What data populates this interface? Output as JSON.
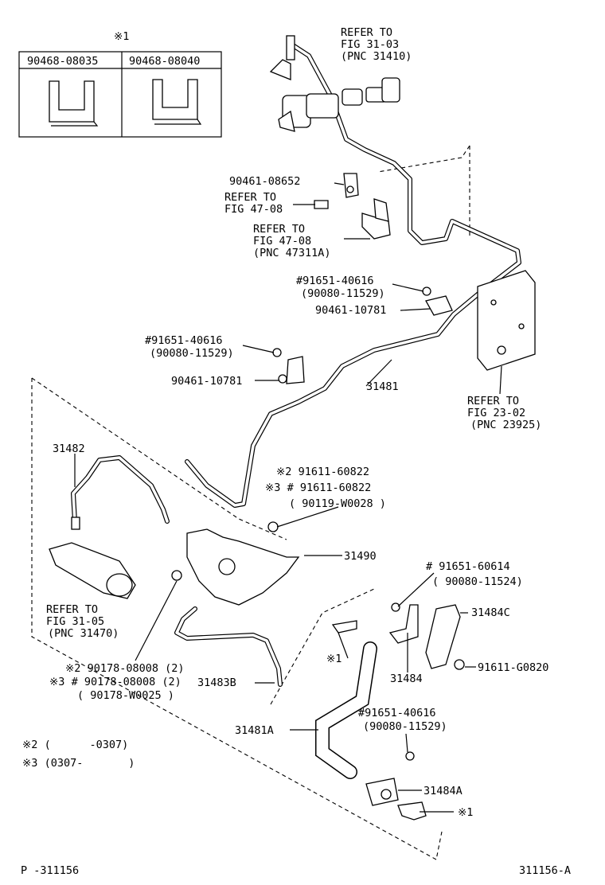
{
  "table": {
    "note": "※1",
    "columns": [
      "90468-08035",
      "90468-08040"
    ]
  },
  "labels": {
    "refer_31_03": [
      "REFER TO",
      "FIG 31-03",
      "(PNC 31410)"
    ],
    "p_90461_08652": "90461-08652",
    "refer_47_08a": [
      "REFER TO",
      "FIG 47-08"
    ],
    "refer_47_08b": [
      "REFER TO",
      "FIG 47-08",
      "(PNC 47311A)"
    ],
    "upper_clamp": [
      "#91651-40616",
      "(90080-11529)"
    ],
    "p_90461_10781_upper": "90461-10781",
    "mid_clamp": [
      "#91651-40616",
      "(90080-11529)"
    ],
    "p_90461_10781_mid": "90461-10781",
    "p_31481": "31481",
    "refer_23_02": [
      "REFER TO",
      "FIG 23-02",
      "(PNC 23925)"
    ],
    "p_31482": "31482",
    "bolt_note": [
      "※2 91611-60822",
      "※3 # 91611-60822",
      "( 90119-W0028 )"
    ],
    "p_31490": "31490",
    "refer_31_05": [
      "REFER TO",
      "FIG 31-05",
      "(PNC 31470)"
    ],
    "lower_bolt": [
      "# 91651-60614",
      "( 90080-11524)"
    ],
    "p_31484C": "31484C",
    "nut_note": [
      "※2 90178-08008 (2)",
      "※3 # 90178-08008 (2)",
      "( 90178-W0025 )"
    ],
    "clip_note_1": "※1",
    "p_31484": "31484",
    "p_91611_G0820": "91611-G0820",
    "p_31483B": "31483B",
    "lower_clamp": [
      "#91651-40616",
      "(90080-11529)"
    ],
    "p_31481A": "31481A",
    "p_31484A": "31484A",
    "clip_note_2": "※1"
  },
  "legend": {
    "row2": "※2 (      -0307)",
    "row3": "※3 (0307-       )"
  },
  "footer": {
    "left": "P -311156",
    "right": "311156-A"
  }
}
